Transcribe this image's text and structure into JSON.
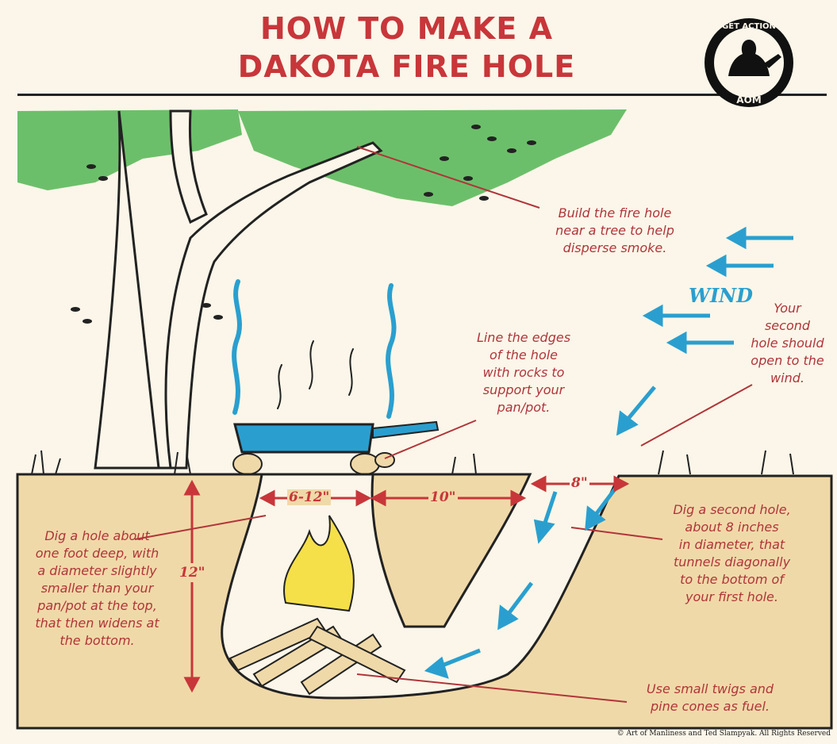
{
  "title": {
    "line1": "HOW TO MAKE A",
    "line2": "DAKOTA FIRE HOLE"
  },
  "badge": {
    "top_text": "GET ACTION",
    "bottom_text": "AOM"
  },
  "wind_label": "WIND",
  "dimensions": {
    "top_opening": "6-12\"",
    "gap_rim": "10\"",
    "second_hole": "8\"",
    "depth": "12\""
  },
  "callouts": {
    "tree": [
      "Build the fire hole",
      "near a tree to help",
      "disperse smoke."
    ],
    "rocks": [
      "Line the edges",
      "of the hole",
      "with rocks to",
      "support your",
      "pan/pot."
    ],
    "open_to_wind": [
      "Your",
      "second",
      "hole should",
      "open to the",
      "wind."
    ],
    "dig_hole": [
      "Dig a hole about",
      "one foot deep, with",
      "a diameter slightly",
      "smaller than your",
      "pan/pot at the top,",
      "that then widens at",
      "the bottom."
    ],
    "second_hole": [
      "Dig a second hole,",
      "about 8 inches",
      "in diameter, that",
      "tunnels diagonally",
      "to the bottom of",
      "your first hole."
    ],
    "fuel": [
      "Use small twigs and",
      "pine cones as fuel."
    ]
  },
  "copyright": "© Art of Manliness and Ted Slampyak. All Rights Reserved",
  "colors": {
    "title_red": "#c8363a",
    "wind_blue": "#2a9fcf",
    "foliage_green": "#6cbf6a",
    "soil": "#f0d9a8",
    "background": "#fbf6e9"
  }
}
